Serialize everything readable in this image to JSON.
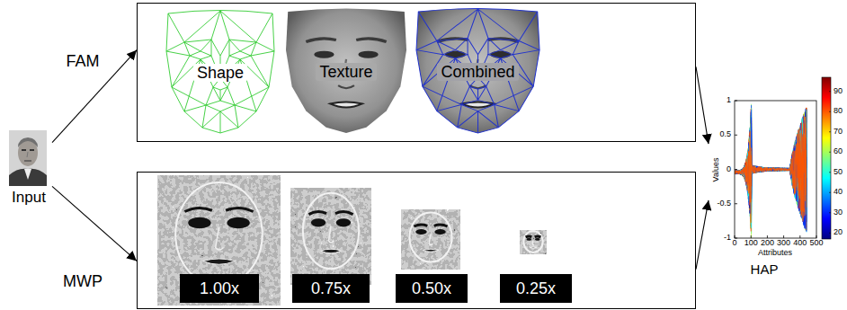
{
  "diagram": {
    "nodes": [
      {
        "text": [
          "Input"
        ]
      },
      {
        "text": []
      },
      {
        "text": [
          "Shape"
        ],
        "in": 1
      },
      {
        "text": [
          "Texture"
        ],
        "in": 1
      },
      {
        "text": [
          "Combined"
        ],
        "in": 1
      },
      {
        "text": []
      },
      {
        "text": [
          "1.00x"
        ],
        "in": 5
      },
      {
        "text": [
          "0.75x"
        ],
        "in": 5
      },
      {
        "text": [
          "0.50x"
        ],
        "in": 5
      },
      {
        "text": [
          "0.25x"
        ],
        "in": 5
      },
      {
        "text": [
          "HAP"
        ]
      }
    ],
    "edges": [
      {
        "from": 0,
        "to": 1,
        "label": "FAM",
        "arrow": "to"
      },
      {
        "from": 0,
        "to": 5,
        "label": "MWP",
        "arrow": "to"
      },
      {
        "from": 1,
        "to": 10,
        "arrow": "to"
      },
      {
        "from": 5,
        "to": 10,
        "arrow": "to"
      }
    ],
    "labels": [
      "Values",
      "Attributes",
      "1",
      "0.5",
      "0",
      "-0.5",
      "-1",
      "0",
      "100",
      "200",
      "300",
      "400",
      "500",
      "90",
      "80",
      "70",
      "60",
      "50",
      "40",
      "30",
      "20"
    ]
  }
}
